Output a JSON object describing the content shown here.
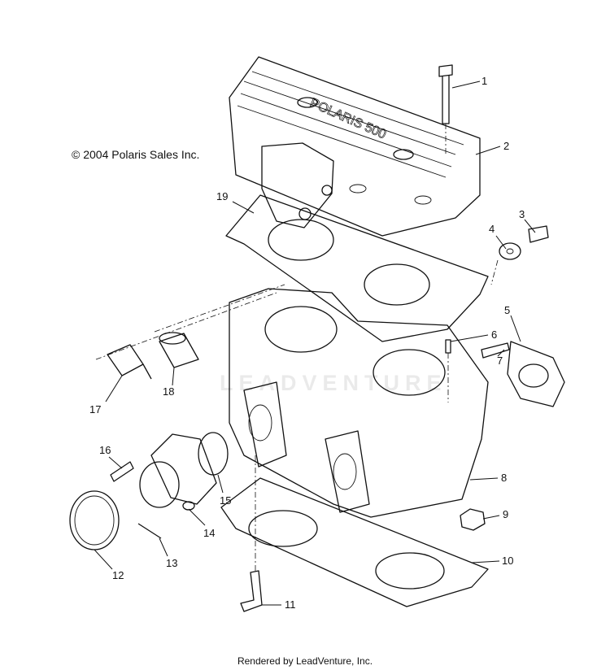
{
  "copyright": "© 2004 Polaris Sales Inc.",
  "footer": "Rendered by LeadVenture, Inc.",
  "watermark": "LEADVENTURE",
  "casting_text": "POLARIS 500",
  "callouts": [
    "1",
    "2",
    "3",
    "4",
    "5",
    "6",
    "7",
    "8",
    "9",
    "10",
    "11",
    "12",
    "13",
    "14",
    "15",
    "16",
    "17",
    "18",
    "19"
  ]
}
